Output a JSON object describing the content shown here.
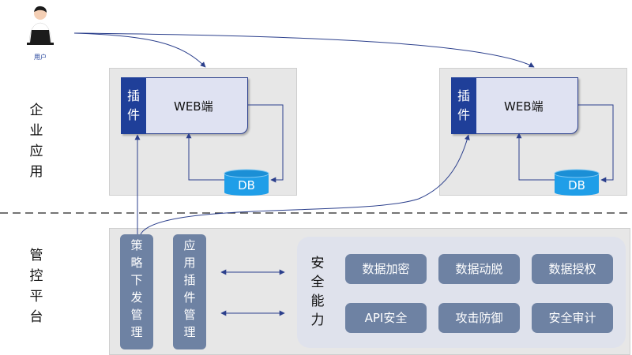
{
  "user": {
    "label": "用户",
    "icon": "user-laptop-icon"
  },
  "side_labels": {
    "enterprise_app": "企业应用",
    "control_platform": "管控平台"
  },
  "app_instances": [
    {
      "plugin": "插件",
      "web": "WEB端",
      "db": "DB"
    },
    {
      "plugin": "插件",
      "web": "WEB端",
      "db": "DB"
    }
  ],
  "platform": {
    "policy_dispatch": "策略下发管理",
    "app_plugin_mgmt": "应用插件管理",
    "security": {
      "title": "安全能力",
      "capabilities": [
        "数据加密",
        "数据动脱",
        "数据授权",
        "API安全",
        "攻击防御",
        "安全审计"
      ]
    }
  },
  "colors": {
    "plugin": "#1f3f99",
    "web_fill": "#dfe2f2",
    "db": "#1f9ee8",
    "block": "#6e82a3",
    "arrow": "#2b3f8c"
  }
}
